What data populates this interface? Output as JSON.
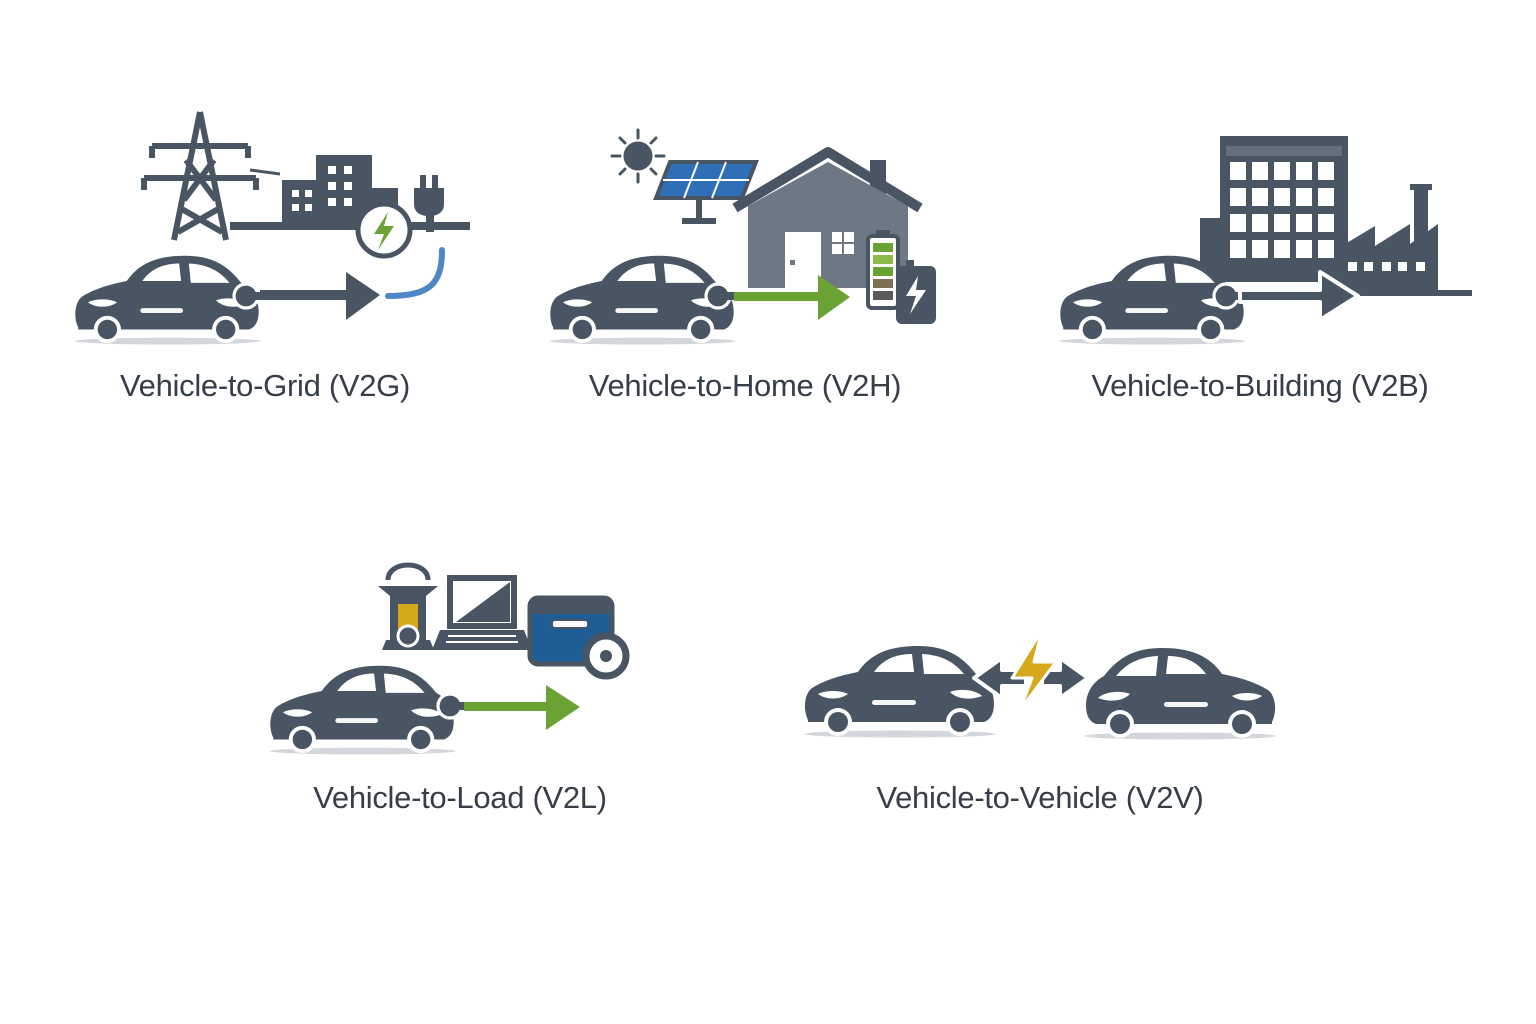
{
  "colors": {
    "dark": "#4a5563",
    "green": "#6aa233",
    "blue": "#4e86c6",
    "navy": "#1f5d96",
    "gold": "#d6a81c",
    "solar": "#2f6fb8"
  },
  "panels": {
    "v2g": {
      "label": "Vehicle-to-Grid (V2G)"
    },
    "v2h": {
      "label": "Vehicle-to-Home (V2H)"
    },
    "v2b": {
      "label": "Vehicle-to-Building (V2B)"
    },
    "v2l": {
      "label": "Vehicle-to-Load (V2L)"
    },
    "v2v": {
      "label": "Vehicle-to-Vehicle (V2V)"
    }
  }
}
